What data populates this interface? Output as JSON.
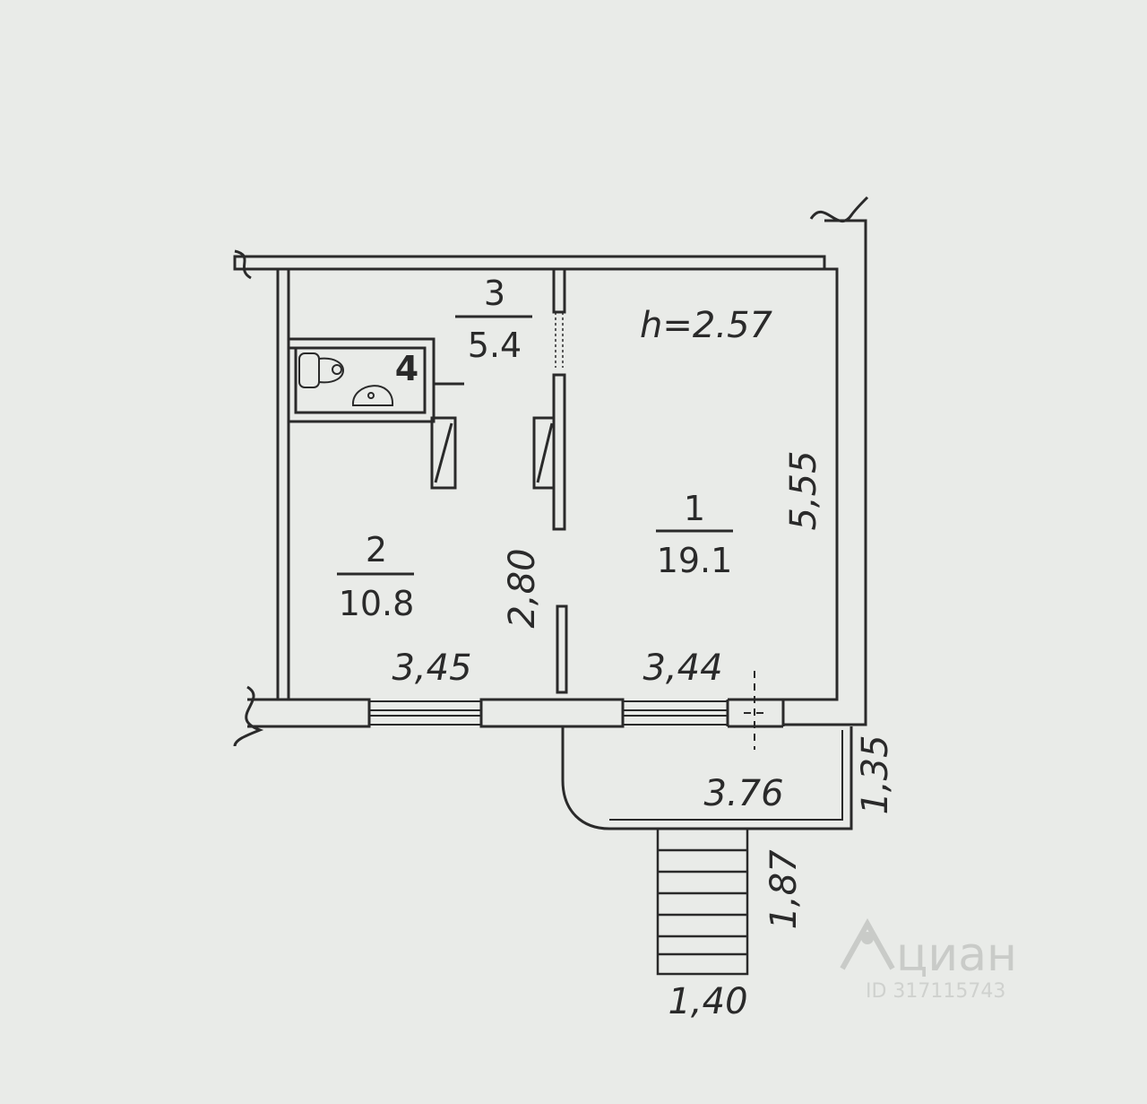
{
  "plan": {
    "ceiling_height": "h=2.57",
    "rooms": [
      {
        "number": "1",
        "area": "19.1"
      },
      {
        "number": "2",
        "area": "10.8"
      },
      {
        "number": "3",
        "area": "5.4"
      },
      {
        "number": "4"
      }
    ],
    "dimensions": {
      "room1_length": "5,55",
      "room1_width": "3,44",
      "room2_width": "3,45",
      "room2_length": "2,80",
      "balcony_width": "3.76",
      "balcony_depth": "1,35",
      "stair_length": "1,87",
      "stair_width": "1,40"
    }
  },
  "watermark": {
    "brand": "циан",
    "listing_id": "ID 317115743"
  },
  "colors": {
    "background": "#e9ebe8",
    "ink": "#2a2a2a"
  }
}
